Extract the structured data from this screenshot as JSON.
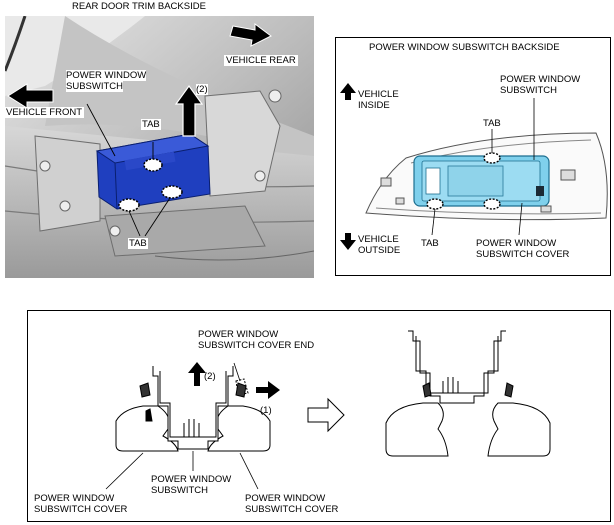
{
  "top_title": "REAR DOOR TRIM  BACKSIDE",
  "photo": {
    "vehicle_rear": "VEHICLE REAR",
    "vehicle_front": "VEHICLE FRONT",
    "subswitch_line1": "POWER WINDOW",
    "subswitch_line2": "SUBSWITCH",
    "step_2": "(2)",
    "tab_top": "TAB",
    "tab_bottom": "TAB"
  },
  "inset": {
    "title": "POWER WINDOW SUBSWITCH  BACKSIDE",
    "vehicle_inside_line1": "VEHICLE",
    "vehicle_inside_line2": "INSIDE",
    "vehicle_outside_line1": "VEHICLE",
    "vehicle_outside_line2": "OUTSIDE",
    "subswitch_line1": "POWER WINDOW",
    "subswitch_line2": "SUBSWITCH",
    "tab_top": "TAB",
    "tab_bottom": "TAB",
    "cover_line1": "POWER WINDOW",
    "cover_line2": "SUBSWITCH COVER"
  },
  "section": {
    "cover_end_line1": "POWER WINDOW",
    "cover_end_line2": "SUBSWITCH COVER END",
    "step_2": "(2)",
    "step_1": "(1)",
    "left_cover_line1": "POWER WINDOW",
    "left_cover_line2": "SUBSWITCH COVER",
    "subswitch_line1": "POWER WINDOW",
    "subswitch_line2": "SUBSWITCH",
    "right_cover_line1": "POWER WINDOW",
    "right_cover_line2": "SUBSWITCH COVER"
  },
  "colors": {
    "subswitch_blue": "#1f3fbf",
    "inset_blue": "#7fd0ec",
    "photo_gray": "#b9b9b9"
  }
}
